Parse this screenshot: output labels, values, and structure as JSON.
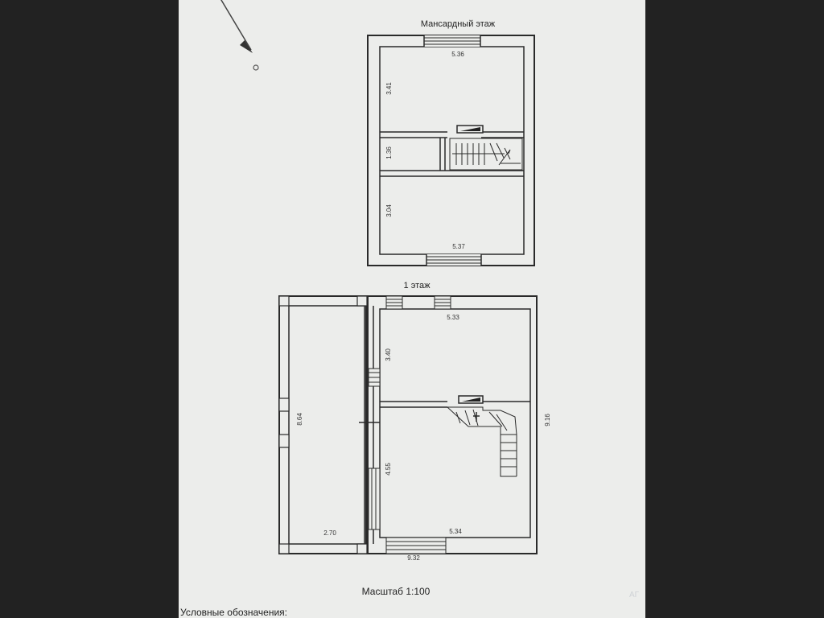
{
  "attic": {
    "title": "Мансардный этаж",
    "dims": {
      "top_width": "5.36",
      "top_height": "3.41",
      "middle_height": "1.36",
      "bottom_height": "3.04",
      "bottom_width": "5.37"
    }
  },
  "first_floor": {
    "title": "1 этаж",
    "dims": {
      "right_top_width": "5.33",
      "right_top_height": "3.40",
      "left_height": "8.64",
      "total_height": "9.16",
      "right_bottom_height": "4.55",
      "left_width": "2.70",
      "right_bottom_width": "5.34",
      "total_width": "9.32"
    }
  },
  "scale_label": "Масштаб 1:100",
  "legend_label": "Условные обозначения:",
  "watermark": "АГ"
}
